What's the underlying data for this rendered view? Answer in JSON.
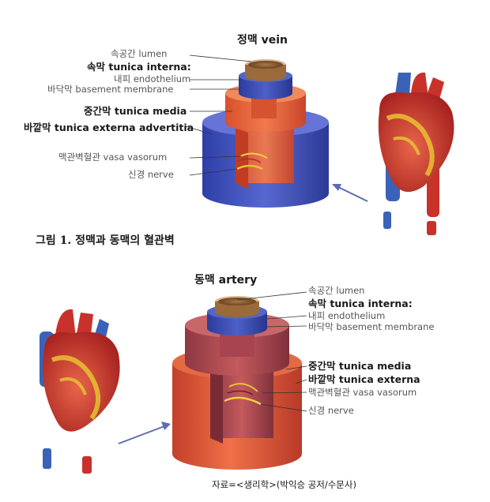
{
  "vein": {
    "title": "정맥 vein",
    "labels": {
      "lumen": "속공간 lumen",
      "interna": "속막 tunica interna:",
      "endothelium": "내피 endothelium",
      "basement": "바닥막 basement membrane",
      "media": "중간막 tunica media",
      "externa": "바깥막 tunica externa advertitia",
      "vasa": "맥관벽혈관 vasa vasorum",
      "nerve": "신경 nerve"
    }
  },
  "caption": "그림 1. 정맥과 동맥의 혈관벽",
  "artery": {
    "title": "동맥 artery",
    "labels": {
      "lumen": "속공간 lumen",
      "interna": "속막 tunica interna:",
      "endothelium": "내피 endothelium",
      "basement": "바닥막 basement membrane",
      "media": "중간막 tunica media",
      "externa": "바깥막 tunica externa",
      "vasa": "맥관벽혈관 vasa vasorum",
      "nerve": "신경 nerve"
    }
  },
  "source": "자료=<생리학>(박익승 공저/수문사)",
  "colors": {
    "vein_outer": "#4a5bc4",
    "vein_media": "#e8643a",
    "artery_outer": "#e05a3a",
    "artery_media": "#b84a52",
    "intima_blue": "#3d4fb8",
    "lumen": "#8a5a2e",
    "heart_red": "#c8322a",
    "heart_blue": "#3a62b8",
    "fat_yellow": "#e8c232"
  }
}
